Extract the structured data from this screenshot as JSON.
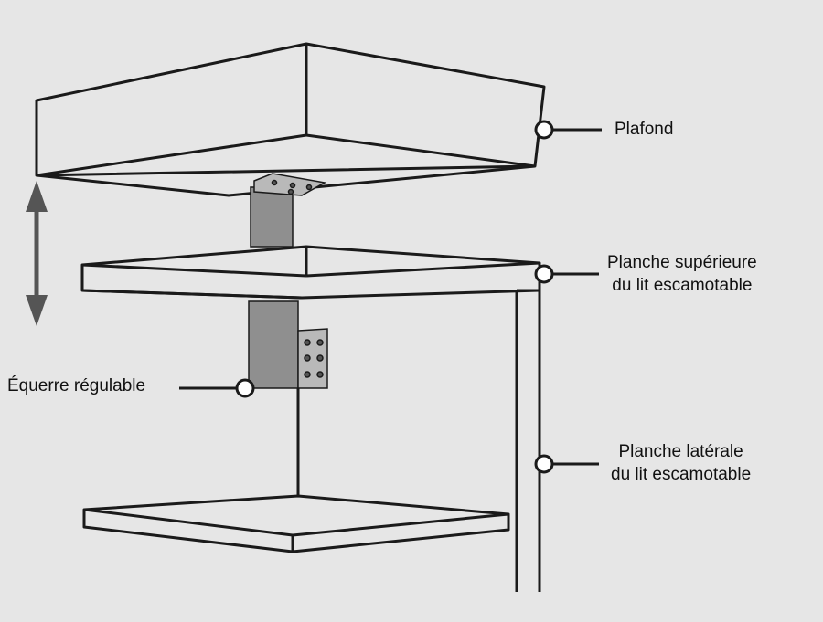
{
  "labels": {
    "ceiling": "Plafond",
    "top_board": [
      "Planche supérieure",
      "du lit escamotable"
    ],
    "side_board": [
      "Planche latérale",
      "du lit escamotable"
    ],
    "bracket": "Équerre régulable"
  },
  "colors": {
    "background": "#e6e6e6",
    "line": "#1a1a1a",
    "panel_fill": "#e6e6e6",
    "bracket_fill": "#8f8f8f",
    "bracket_light": "#b9b9b9",
    "arrow": "#555555",
    "marker_fill": "#ffffff"
  },
  "icons": {
    "height_arrow": "double-arrow-vertical",
    "callout_marker": "hollow-circle"
  }
}
